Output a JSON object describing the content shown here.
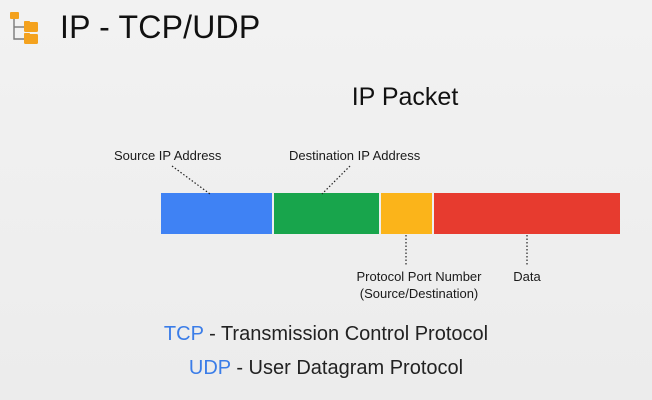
{
  "header": {
    "title": "IP - TCP/UDP",
    "logo_icon": "folder-hierarchy-icon"
  },
  "diagram": {
    "title": "IP Packet",
    "segments": [
      {
        "name": "source",
        "color": "#3f82f4"
      },
      {
        "name": "destination",
        "color": "#18a54c"
      },
      {
        "name": "protocol-port",
        "color": "#fbb41a"
      },
      {
        "name": "data",
        "color": "#e73b2f"
      }
    ],
    "labels": {
      "source": "Source IP Address",
      "destination": "Destination IP Address",
      "protocol_port_line1": "Protocol Port Number",
      "protocol_port_line2": "(Source/Destination)",
      "data": "Data"
    }
  },
  "legend": {
    "tcp_abbr": "TCP",
    "tcp_desc": " - Transmission Control Protocol",
    "udp_abbr": "UDP",
    "udp_desc": " - User Datagram Protocol",
    "abbr_color": "#3b7de8"
  }
}
